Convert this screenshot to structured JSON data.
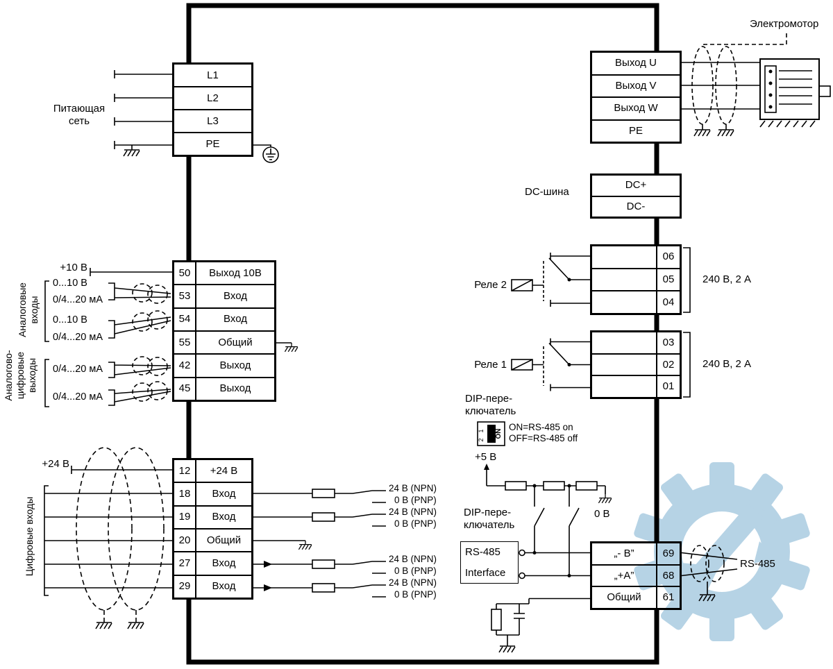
{
  "power": {
    "label": "Питающая\nсеть",
    "terminals": [
      "L1",
      "L2",
      "L3",
      "PE"
    ]
  },
  "motor": {
    "label": "Электромотор",
    "terminals": [
      "Выход U",
      "Выход V",
      "Выход W",
      "PE"
    ]
  },
  "dc_bus": {
    "label": "DC-шина",
    "terminals": [
      "DC+",
      "DC-"
    ]
  },
  "relay2": {
    "label": "Реле 2",
    "terminals": [
      "06",
      "05",
      "04"
    ],
    "rating": "240 В, 2 А"
  },
  "relay1": {
    "label": "Реле 1",
    "terminals": [
      "03",
      "02",
      "01"
    ],
    "rating": "240 В, 2 А"
  },
  "dip1": {
    "label": "DIP-пере-\nключатель",
    "pos1": "1",
    "pos2": "2",
    "on": "ON",
    "line_on": "ON=RS-485 on",
    "line_off": "OFF=RS-485 off"
  },
  "analog": {
    "group_inputs": "Аналоговые\nвходы",
    "group_outputs": "Аналогово-\nцифровые\nвыходы",
    "plus10": "+10 В",
    "in1_v": "0...10 В",
    "in1_i": "0/4...20 мА",
    "in2_v": "0...10 В",
    "in2_i": "0/4...20 мА",
    "out1_i": "0/4...20 мА",
    "out2_i": "0/4...20 мА",
    "rows": [
      {
        "num": "50",
        "label": "Выход 10В"
      },
      {
        "num": "53",
        "label": "Вход"
      },
      {
        "num": "54",
        "label": "Вход"
      },
      {
        "num": "55",
        "label": "Общий"
      },
      {
        "num": "42",
        "label": "Выход"
      },
      {
        "num": "45",
        "label": "Выход"
      }
    ]
  },
  "digital": {
    "group": "Цифровые входы",
    "plus24": "+24 В",
    "npn": "24 В (NPN)",
    "pnp": "0 В (PNP)",
    "rows": [
      {
        "num": "12",
        "label": "+24 В"
      },
      {
        "num": "18",
        "label": "Вход"
      },
      {
        "num": "19",
        "label": "Вход"
      },
      {
        "num": "20",
        "label": "Общий"
      },
      {
        "num": "27",
        "label": "Вход"
      },
      {
        "num": "29",
        "label": "Вход"
      }
    ]
  },
  "rs485": {
    "plus5": "+5 В",
    "zero": "0 В",
    "dip_label": "DIP-пере-\nключатель",
    "iface_l1": "RS-485",
    "iface_l2": "Interface",
    "bus_label": "RS-485",
    "rows": [
      {
        "label": "„- B”",
        "num": "69"
      },
      {
        "label": "„+A”",
        "num": "68"
      },
      {
        "label": "Общий",
        "num": "61"
      }
    ]
  }
}
